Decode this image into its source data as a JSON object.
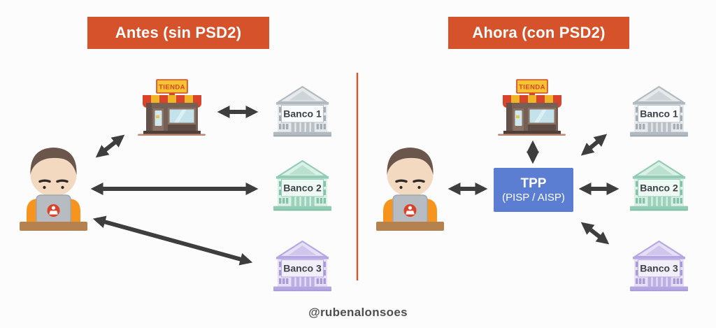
{
  "page": {
    "background": "#fcfcfc",
    "footer_handle": "@rubenalonsoes"
  },
  "colors": {
    "banner_bg": "#d5522a",
    "banner_text": "#ffffff",
    "divider": "#c75b32",
    "arrow": "#3e3e3e",
    "tpp_bg": "#5b7ed3",
    "bank_gray": "#b2bac1",
    "bank_teal": "#92ccb5",
    "bank_purple": "#b5a7e2",
    "shop_red": "#d8432a",
    "shop_yellow": "#f6c430",
    "person_shirt": "#f6941e"
  },
  "left_panel": {
    "title": "Antes (sin PSD2)",
    "shop_sign": "TIENDA",
    "banks": [
      {
        "label": "Banco 1",
        "theme": "gray"
      },
      {
        "label": "Banco 2",
        "theme": "teal"
      },
      {
        "label": "Banco 3",
        "theme": "purple"
      }
    ]
  },
  "right_panel": {
    "title": "Ahora (con PSD2)",
    "shop_sign": "TIENDA",
    "tpp": {
      "title": "TPP",
      "subtitle": "(PISP / AISP)"
    },
    "banks": [
      {
        "label": "Banco 1",
        "theme": "gray"
      },
      {
        "label": "Banco 2",
        "theme": "teal"
      },
      {
        "label": "Banco 3",
        "theme": "purple"
      }
    ]
  }
}
